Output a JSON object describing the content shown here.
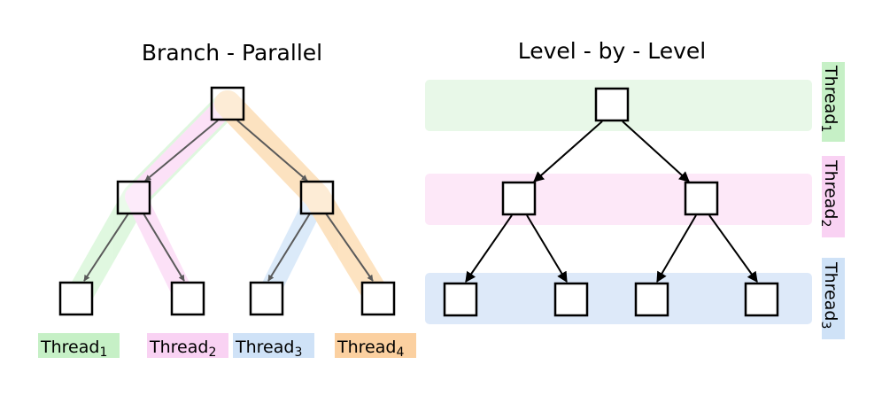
{
  "diagram": {
    "left_title": "Branch - Parallel",
    "right_title": "Level - by - Level",
    "thread_word": "Thread",
    "left_threads": [
      {
        "sub": "1",
        "color": "#d5f5d5"
      },
      {
        "sub": "2",
        "color": "#fbd8f5"
      },
      {
        "sub": "3",
        "color": "#d0e3f8"
      },
      {
        "sub": "4",
        "color": "#fcd9ac"
      }
    ],
    "right_threads": [
      {
        "sub": "1",
        "color": "#e8f8e8"
      },
      {
        "sub": "2",
        "color": "#fde8f8"
      },
      {
        "sub": "3",
        "color": "#dde9f9"
      }
    ],
    "label_colors": {
      "green": "#c6f0c6",
      "pink": "#f9d2f3",
      "blue": "#cfe2f7",
      "orange": "#fbd0a0"
    }
  }
}
